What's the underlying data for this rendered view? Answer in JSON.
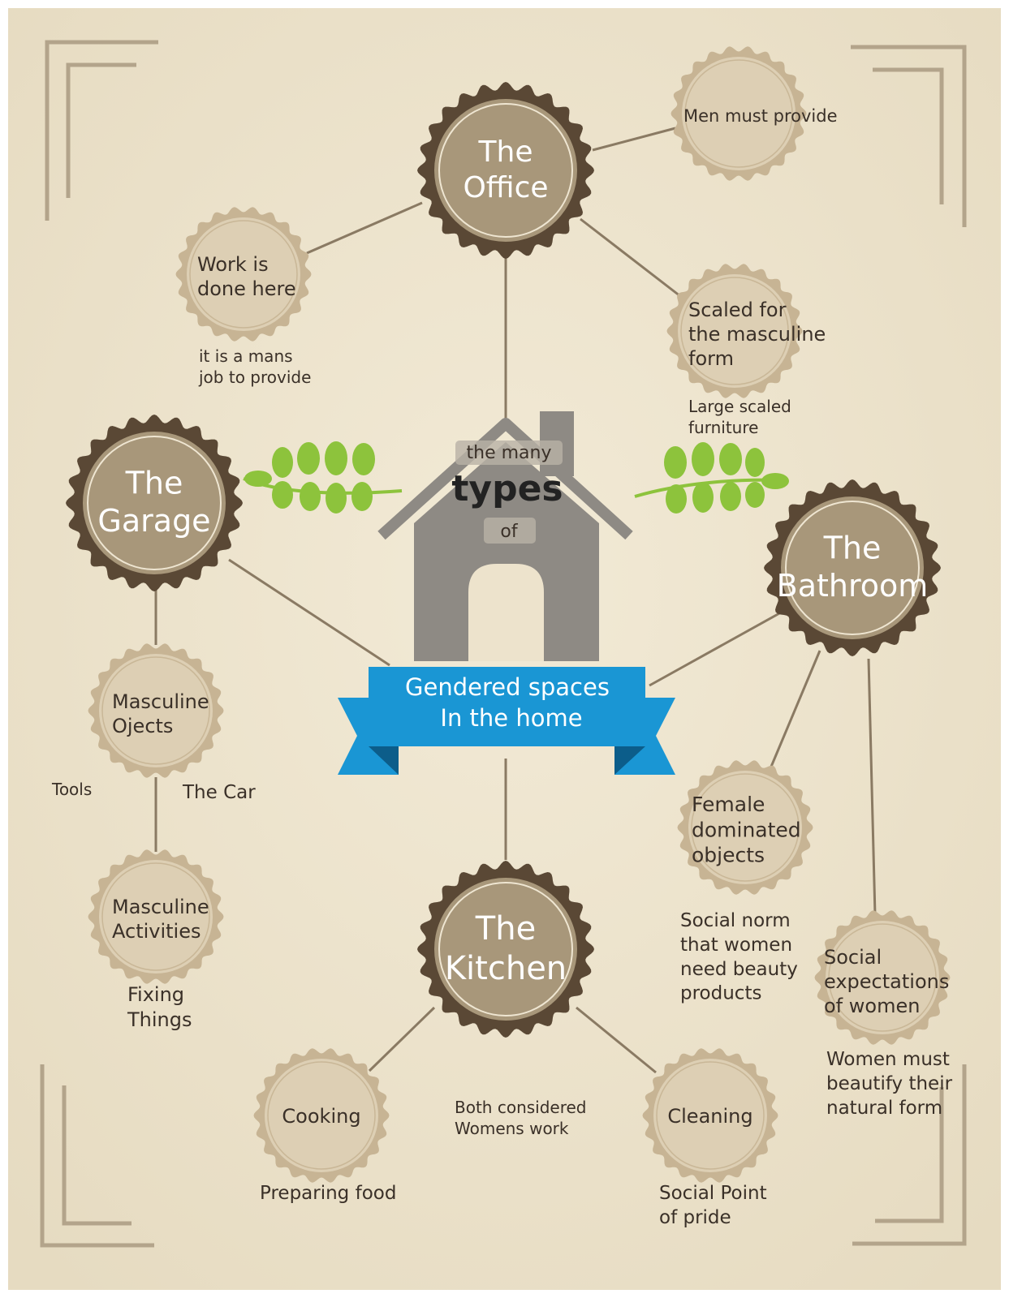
{
  "center": {
    "line1": "the many",
    "line2": "types",
    "line3": "of",
    "banner_line1": "Gendered spaces",
    "banner_line2": "In the home"
  },
  "hubs": {
    "office": [
      "The",
      "Office"
    ],
    "garage": [
      "The",
      "Garage"
    ],
    "bathroom": [
      "The",
      "Bathroom"
    ],
    "kitchen": [
      "The",
      "Kitchen"
    ]
  },
  "nodes": {
    "men_provide": [
      "Men must provide"
    ],
    "work_done": [
      "Work is",
      "done here"
    ],
    "scaled": [
      "Scaled for",
      "the masculine",
      "form"
    ],
    "masc_objects": [
      "Masculine",
      "Ojects"
    ],
    "masc_activities": [
      "Masculine",
      "Activities"
    ],
    "female_objects": [
      "Female",
      "dominated",
      "objects"
    ],
    "social_expect": [
      "Social",
      "expectations",
      "of women"
    ],
    "cooking": [
      "Cooking"
    ],
    "cleaning": [
      "Cleaning"
    ]
  },
  "notes": {
    "mans_job": [
      "it is a mans",
      "job to provide"
    ],
    "large_furniture": [
      "Large scaled",
      "furniture"
    ],
    "tools": [
      "Tools"
    ],
    "the_car": [
      "The Car"
    ],
    "fixing": [
      "Fixing",
      "Things"
    ],
    "social_norm": [
      "Social norm",
      "that women",
      "need beauty",
      "products"
    ],
    "beautify": [
      "Women must",
      "beautify their",
      "natural form"
    ],
    "both_women": [
      "Both considered",
      "Womens work"
    ],
    "preparing": [
      "Preparing food"
    ],
    "social_pride": [
      "Social Point",
      "of pride"
    ]
  },
  "colors": {
    "paper": "#ede3cc",
    "hub_outer": "#5a4835",
    "hub_inner": "#a8977a",
    "node_fill": "#ddcfb4",
    "node_ring": "#c7b494",
    "connector": "#8a7a63",
    "text_dark": "#3a3028",
    "house": "#8e8a84",
    "banner": "#1a96d4",
    "banner_dark": "#0c5d8a",
    "leaf": "#8dc33c"
  }
}
